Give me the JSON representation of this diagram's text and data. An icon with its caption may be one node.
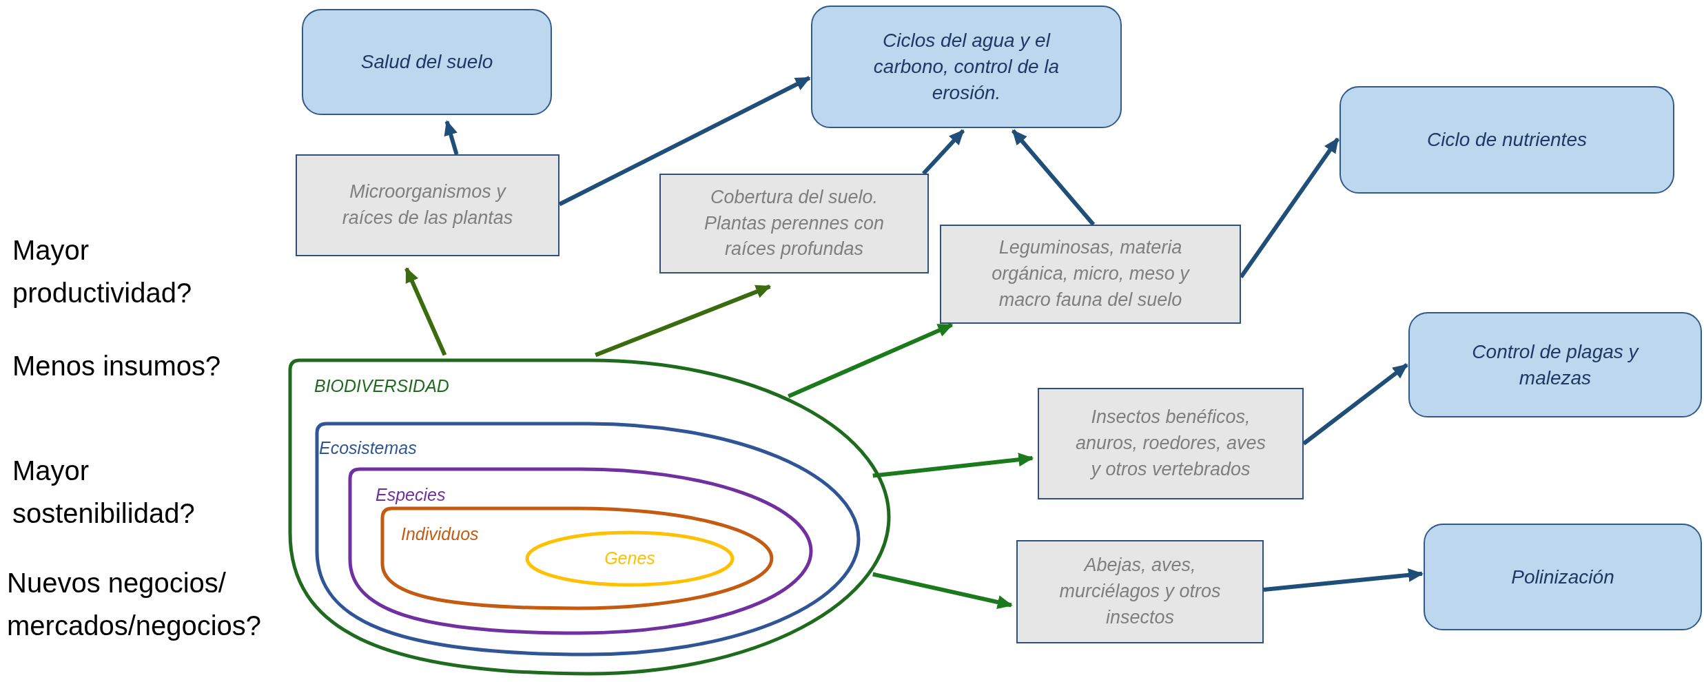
{
  "diagram": {
    "nodes": [
      {
        "text": [
          "Salud del suelo"
        ]
      },
      {
        "text": [
          "Ciclos del agua y el carbono, control de la erosión."
        ]
      },
      {
        "text": [
          "Ciclo de nutrientes"
        ]
      },
      {
        "text": [
          "Control de plagas y malezas"
        ]
      },
      {
        "text": [
          "Polinización"
        ]
      },
      {
        "text": [
          "Microorganismos y raíces de las plantas"
        ]
      },
      {
        "text": [
          "Cobertura del suelo. Plantas perennes con raíces profundas"
        ]
      },
      {
        "text": [
          "Leguminosas, materia orgánica, micro, meso y macro fauna del suelo"
        ]
      },
      {
        "text": [
          "Insectos benéficos, anuros, roedores, aves y otros vertebrados"
        ]
      },
      {
        "text": [
          "Abejas, aves, murciélagos y otros insectos"
        ]
      },
      {
        "text": [
          "BIODIVERSIDAD"
        ]
      },
      {
        "text": [
          "Ecosistemas"
        ],
        "in": 10
      },
      {
        "text": [
          "Especies"
        ],
        "in": 11
      },
      {
        "text": [
          "Individuos"
        ],
        "in": 12
      },
      {
        "text": [
          "Genes"
        ],
        "in": 13
      }
    ],
    "edges": [
      {
        "from": 5,
        "to": 0,
        "arrow": "to"
      },
      {
        "from": 5,
        "to": 1,
        "arrow": "to"
      },
      {
        "from": 6,
        "to": 1,
        "arrow": "to"
      },
      {
        "from": 7,
        "to": 1,
        "arrow": "to"
      },
      {
        "from": 7,
        "to": 2,
        "arrow": "to"
      },
      {
        "from": 8,
        "to": 3,
        "arrow": "to"
      },
      {
        "from": 9,
        "to": 4,
        "arrow": "to"
      },
      {
        "from": 10,
        "to": 5,
        "arrow": "to",
        "color": "#3a6b0e"
      },
      {
        "from": 10,
        "to": 6,
        "arrow": "to",
        "color": "#3a6b0e"
      },
      {
        "from": 10,
        "to": 7,
        "arrow": "to",
        "color": "#1b7a1b"
      },
      {
        "from": 10,
        "to": 8,
        "arrow": "to",
        "color": "#1b7a1b"
      },
      {
        "from": 10,
        "to": 9,
        "arrow": "to",
        "color": "#1b7a1b"
      }
    ],
    "labels": [
      "Mayor productividad?",
      "Menos insumos?",
      "Mayor sostenibilidad?",
      "Nuevos negocios/ mercados/negocios?"
    ]
  }
}
